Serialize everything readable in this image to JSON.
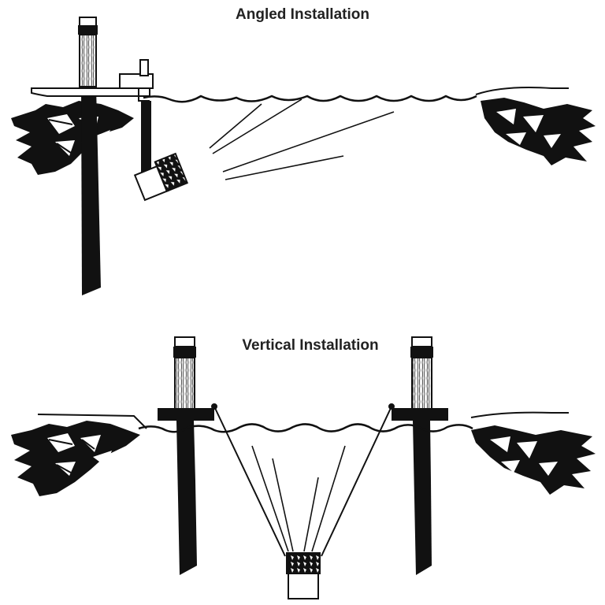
{
  "diagram": {
    "panels": [
      {
        "title": "Angled Installation"
      },
      {
        "title": "Vertical Installation"
      }
    ]
  },
  "colors": {
    "ink": "#111111",
    "pale": "#f4f4f4",
    "paper": "#ffffff"
  },
  "icons": [
    "riverbank-rocks",
    "wooden-post",
    "sensor-device",
    "signal-beams",
    "water-surface"
  ]
}
